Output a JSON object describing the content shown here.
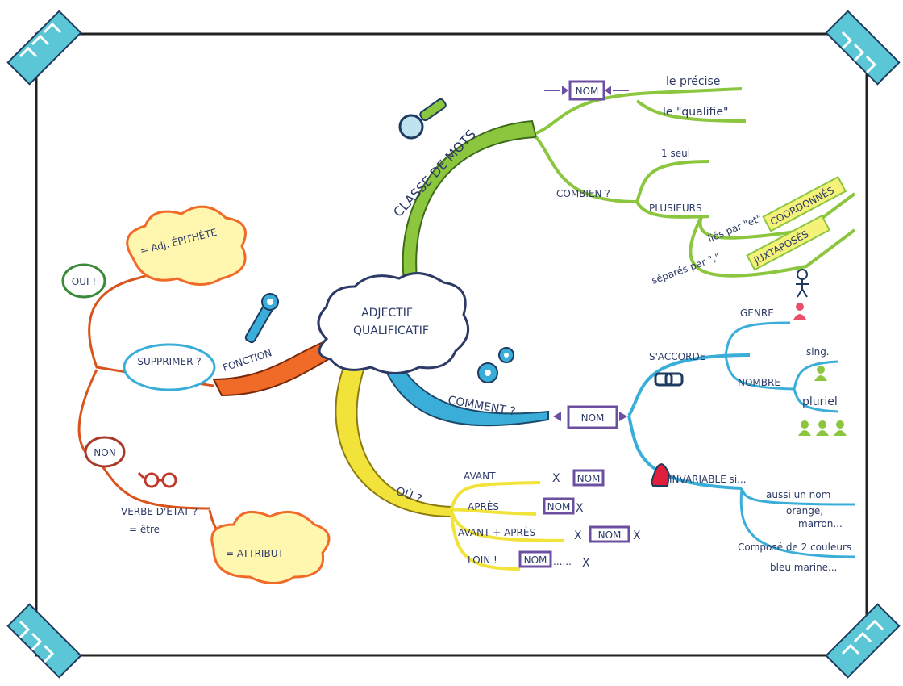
{
  "center": {
    "line1": "ADJECTIF",
    "line2": "QUALIFICATIF"
  },
  "branches": {
    "classe": {
      "label": "CLASSE DE MOTS",
      "nom_box": "NOM",
      "precise": "le précise",
      "qualifie": "le \"qualifie\"",
      "combien": "COMBIEN ?",
      "un_seul": "1 seul",
      "plusieurs": "PLUSIEURS",
      "lies_par": "liés par \"et\"",
      "coordonnes": "COORDONNÉS",
      "separes_par": "séparés par \",\"",
      "juxtaposes": "JUXTAPOSÉS"
    },
    "comment": {
      "label": "COMMENT ?",
      "nom_box": "NOM",
      "accorde": "S'ACCORDE",
      "genre": "GENRE",
      "nombre": "NOMBRE",
      "sing": "sing.",
      "pluriel": "pluriel",
      "invariable": "INVARIABLE si...",
      "aussi_nom": "aussi un nom",
      "orange": "orange,",
      "marron": "marron...",
      "compose": "Composé de 2 couleurs",
      "bleu_marine": "bleu marine..."
    },
    "ou": {
      "label": "OÙ ?",
      "avant": "AVANT",
      "apres": "APRÈS",
      "avant_apres": "AVANT + APRÈS",
      "loin": "LOIN !",
      "nom_box": "NOM",
      "cross": "X",
      "dots": "......"
    },
    "fonction": {
      "label": "FONCTION",
      "supprimer": "SUPPRIMER ?",
      "oui": "OUI !",
      "epithete": "= Adj. ÉPITHÈTE",
      "non": "NON",
      "verbe_etat": "VERBE D'ÉTAT ?",
      "etre": "= être",
      "attribut": "= ATTRIBUT"
    }
  },
  "colors": {
    "green": "#8cc63f",
    "blue": "#3aaed8",
    "yellow": "#f2e33a",
    "orange": "#f06a28",
    "ink": "#2d3a66",
    "tape": "#5bc7d6"
  },
  "icons": [
    "magnifier-icon",
    "wrench-icon",
    "gears-icon",
    "chain-icon",
    "glasses-icon",
    "person-icon",
    "red-person-icon",
    "green-people-icon"
  ]
}
